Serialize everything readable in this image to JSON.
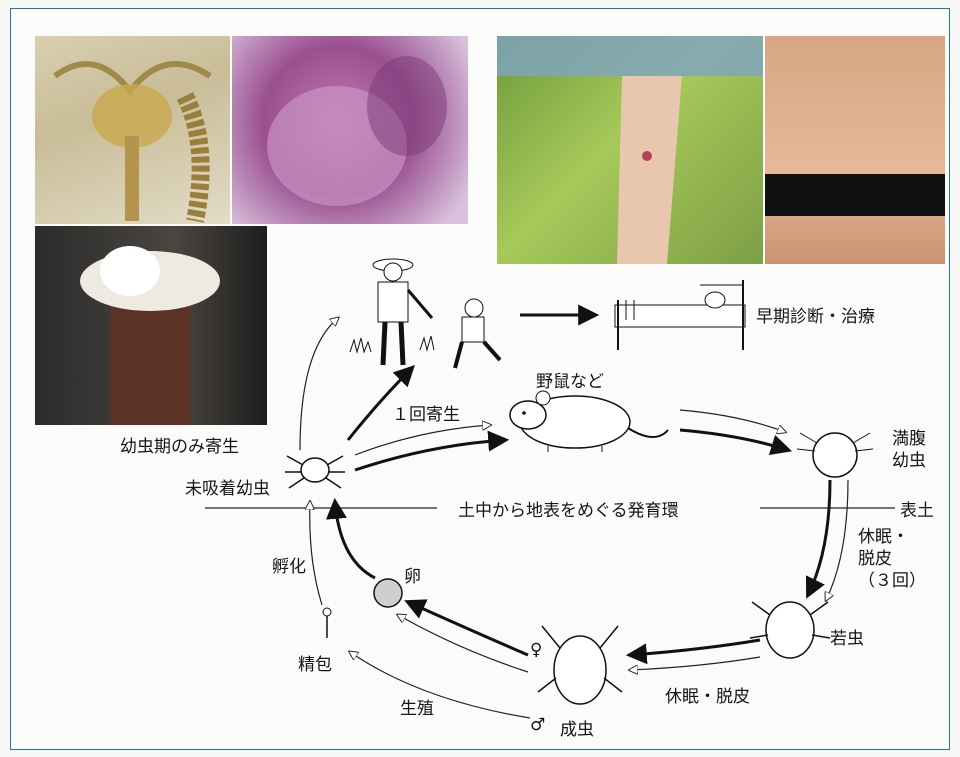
{
  "labels": {
    "early_treatment": "早期診断・治療",
    "wild_rodents": "野鼠など",
    "one_parasitism": "１回寄生",
    "engorged_larva": "満腹\n幼虫",
    "unfed_larva": "未吸着幼虫",
    "larva_only_parasitic": "幼虫期のみ寄生",
    "cycle_caption": "土中から地表をめぐる発育環",
    "topsoil": "表土",
    "hatching": "孵化",
    "egg": "卵",
    "dormancy_molt_3": "休眠・\n脱皮\n（３回）",
    "nymph": "若虫",
    "female": "♀",
    "spermatophore": "精包",
    "reproduction": "生殖",
    "dormancy_molt": "休眠・脱皮",
    "male": "♂",
    "adult": "成虫"
  },
  "photos": [
    {
      "name": "mite-mouthparts-photo",
      "kind": "micrograph"
    },
    {
      "name": "tissue-histology-photo",
      "kind": "stained-section"
    },
    {
      "name": "larvae-on-stalk-photo",
      "kind": "closeup"
    },
    {
      "name": "arm-eschar-photo",
      "kind": "clinical"
    },
    {
      "name": "chest-rash-photo",
      "kind": "clinical"
    }
  ]
}
